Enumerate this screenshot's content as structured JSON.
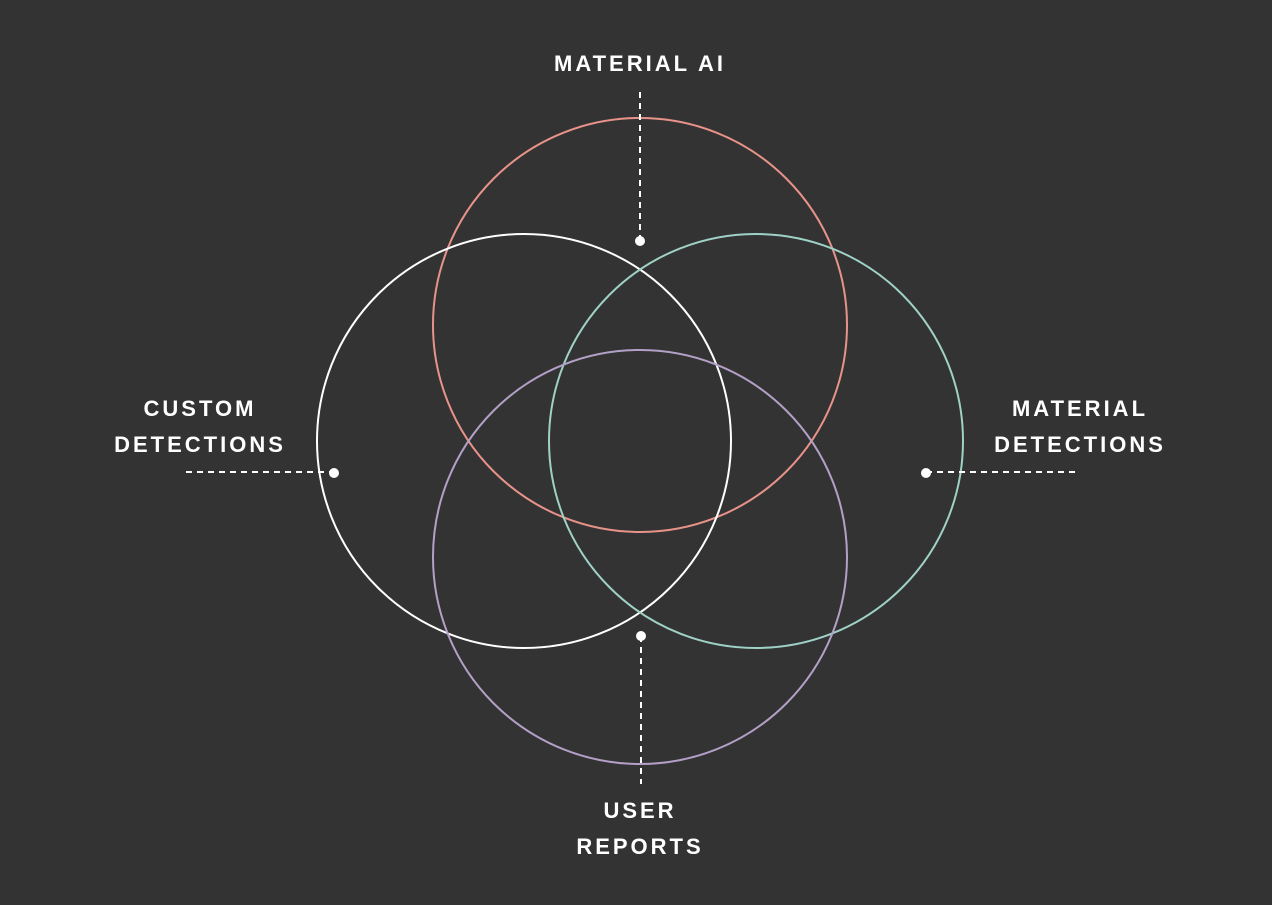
{
  "labels": {
    "material_ai": [
      "MATERIAL AI"
    ],
    "custom_detections": [
      "CUSTOM",
      "DETECTIONS"
    ],
    "material_detections": [
      "MATERIAL",
      "DETECTIONS"
    ],
    "user_reports": [
      "USER",
      "REPORTS"
    ]
  },
  "colors": {
    "background": "#333333",
    "material_ai": "#e8938a",
    "custom_detections": "#ffffff",
    "material_detections": "#9fd1c6",
    "user_reports": "#b3a0c6",
    "text": "#ffffff"
  }
}
